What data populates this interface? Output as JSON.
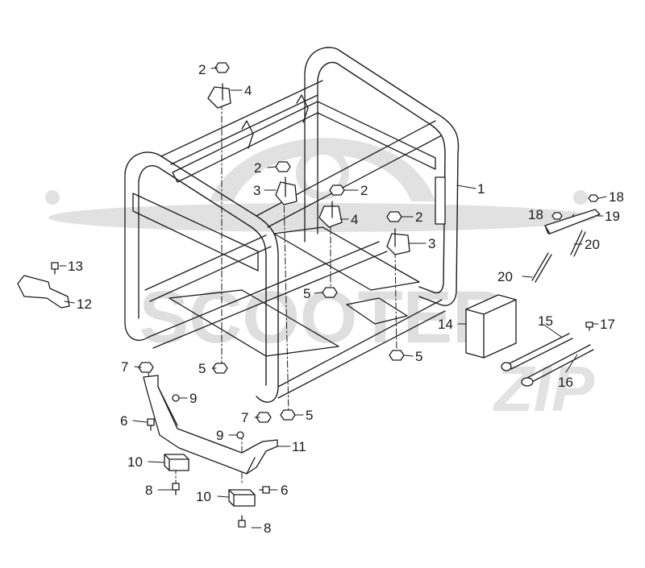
{
  "diagram": {
    "kind": "exploded-parts-view",
    "subject": "generator frame assembly",
    "colors": {
      "line": "#1a1a1a",
      "fill": "#ffffff",
      "watermark": "#d9d9d9"
    }
  },
  "watermark": {
    "brand": "SCOOTER",
    "script": "ZIP"
  },
  "callouts": [
    {
      "id": "c1",
      "num": "1"
    },
    {
      "id": "c2a",
      "num": "2"
    },
    {
      "id": "c2b",
      "num": "2"
    },
    {
      "id": "c2c",
      "num": "2"
    },
    {
      "id": "c2d",
      "num": "2"
    },
    {
      "id": "c3a",
      "num": "3"
    },
    {
      "id": "c3b",
      "num": "3"
    },
    {
      "id": "c4a",
      "num": "4"
    },
    {
      "id": "c4b",
      "num": "4"
    },
    {
      "id": "c5a",
      "num": "5"
    },
    {
      "id": "c5b",
      "num": "5"
    },
    {
      "id": "c5c",
      "num": "5"
    },
    {
      "id": "c5d",
      "num": "5"
    },
    {
      "id": "c6a",
      "num": "6"
    },
    {
      "id": "c6b",
      "num": "6"
    },
    {
      "id": "c7a",
      "num": "7"
    },
    {
      "id": "c7b",
      "num": "7"
    },
    {
      "id": "c8a",
      "num": "8"
    },
    {
      "id": "c8b",
      "num": "8"
    },
    {
      "id": "c9a",
      "num": "9"
    },
    {
      "id": "c9b",
      "num": "9"
    },
    {
      "id": "c10a",
      "num": "10"
    },
    {
      "id": "c10b",
      "num": "10"
    },
    {
      "id": "c11",
      "num": "11"
    },
    {
      "id": "c12",
      "num": "12"
    },
    {
      "id": "c13",
      "num": "13"
    },
    {
      "id": "c14",
      "num": "14"
    },
    {
      "id": "c15",
      "num": "15"
    },
    {
      "id": "c16",
      "num": "16"
    },
    {
      "id": "c17",
      "num": "17"
    },
    {
      "id": "c18a",
      "num": "18"
    },
    {
      "id": "c18b",
      "num": "18"
    },
    {
      "id": "c19",
      "num": "19"
    },
    {
      "id": "c20a",
      "num": "20"
    },
    {
      "id": "c20b",
      "num": "20"
    }
  ]
}
